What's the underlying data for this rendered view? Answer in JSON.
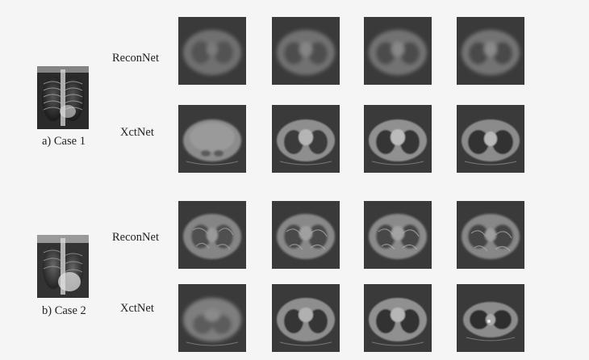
{
  "cases": [
    {
      "caption": "a) Case 1",
      "rows": [
        {
          "label": "ReconNet",
          "style": "blurry",
          "slices": 4
        },
        {
          "label": "XctNet",
          "style": "clear",
          "slices": 4
        }
      ]
    },
    {
      "caption": "b) Case 2",
      "rows": [
        {
          "label": "ReconNet",
          "style": "textured",
          "slices": 4
        },
        {
          "label": "XctNet",
          "style": "clear",
          "slices": 4
        }
      ]
    }
  ]
}
